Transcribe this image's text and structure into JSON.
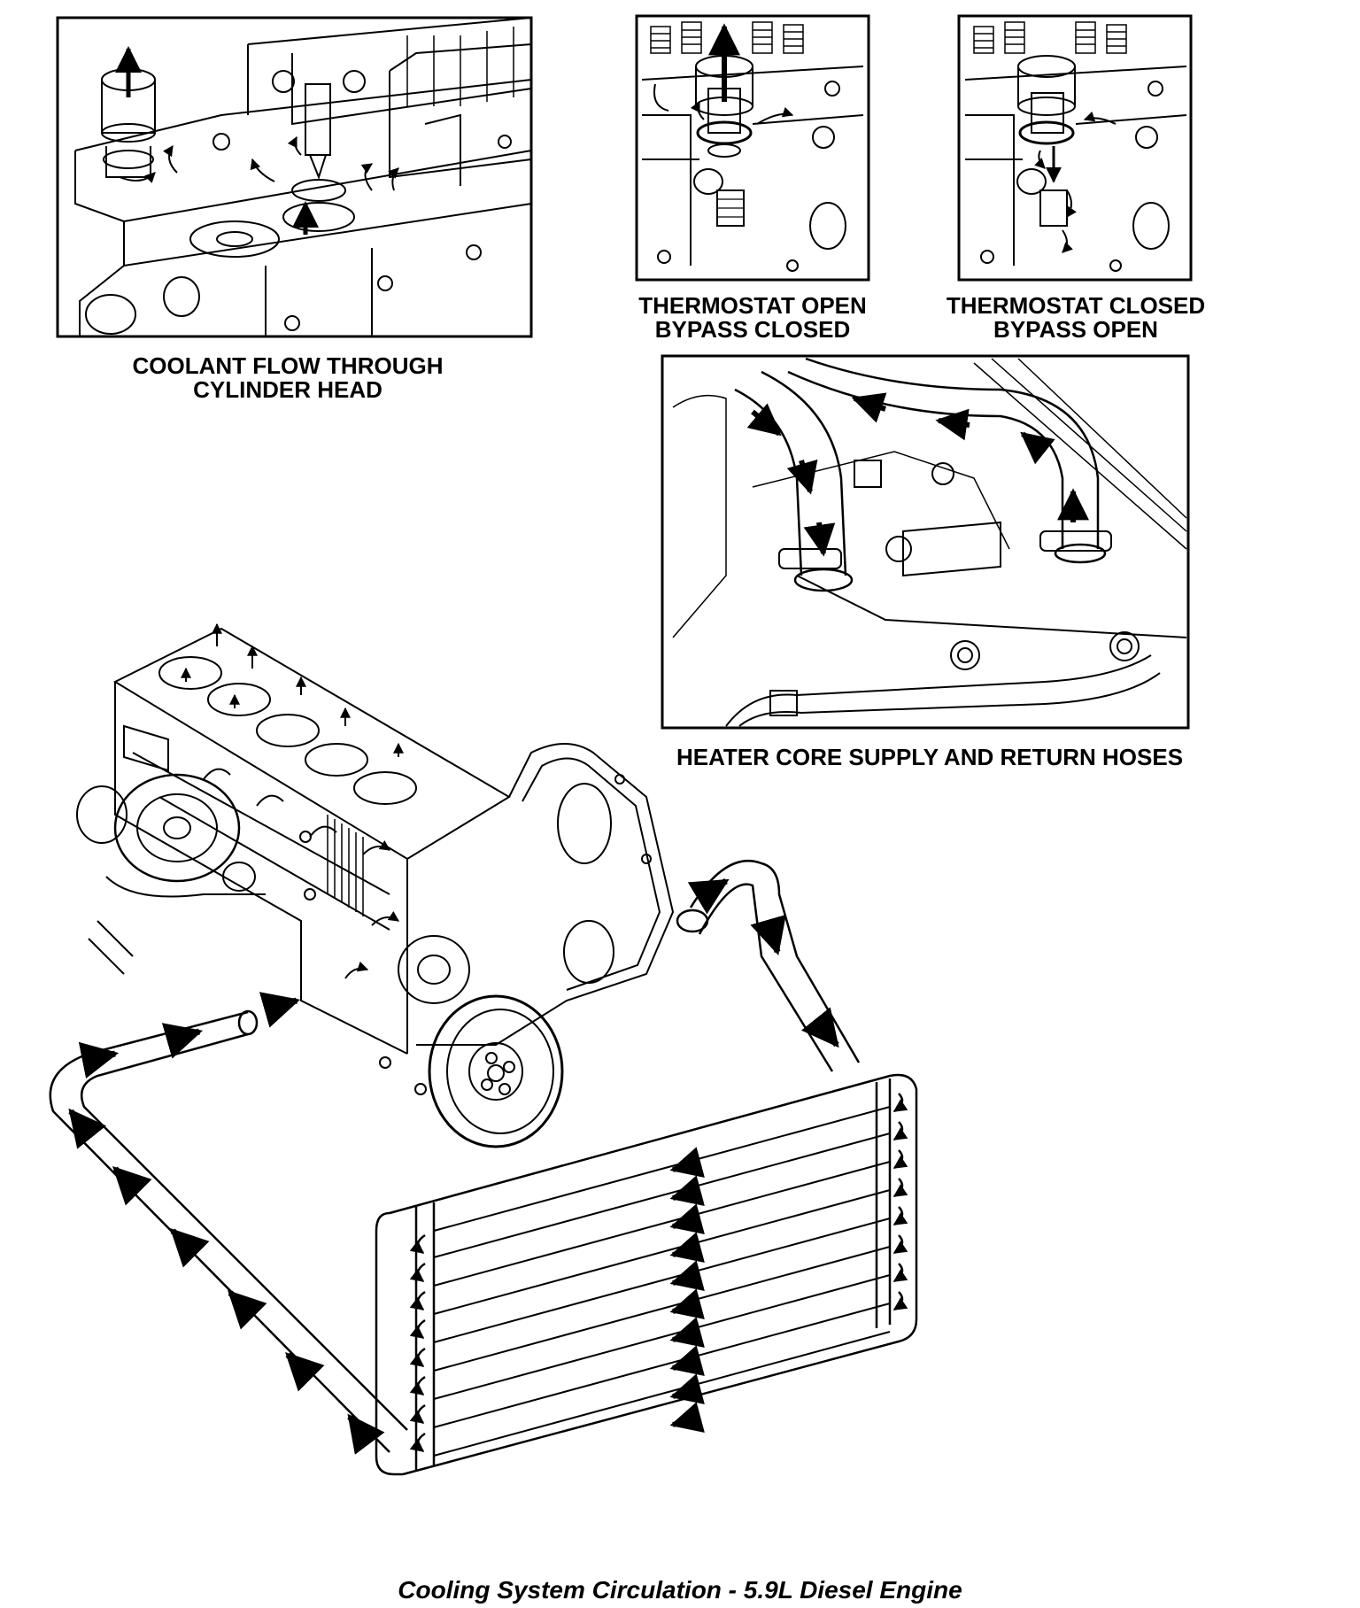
{
  "panels": {
    "cylinder_head": {
      "caption_lines": [
        "COOLANT FLOW THROUGH",
        "CYLINDER HEAD"
      ]
    },
    "thermostat_open": {
      "caption_lines": [
        "THERMOSTAT OPEN",
        "BYPASS CLOSED"
      ]
    },
    "thermostat_closed": {
      "caption_lines": [
        "THERMOSTAT CLOSED",
        "BYPASS OPEN"
      ]
    },
    "heater_hoses": {
      "caption": "HEATER CORE SUPPLY AND RETURN HOSES"
    }
  },
  "figure_caption": "Cooling System Circulation - 5.9L Diesel Engine",
  "style": {
    "line_color": "#000000",
    "background": "#ffffff"
  }
}
